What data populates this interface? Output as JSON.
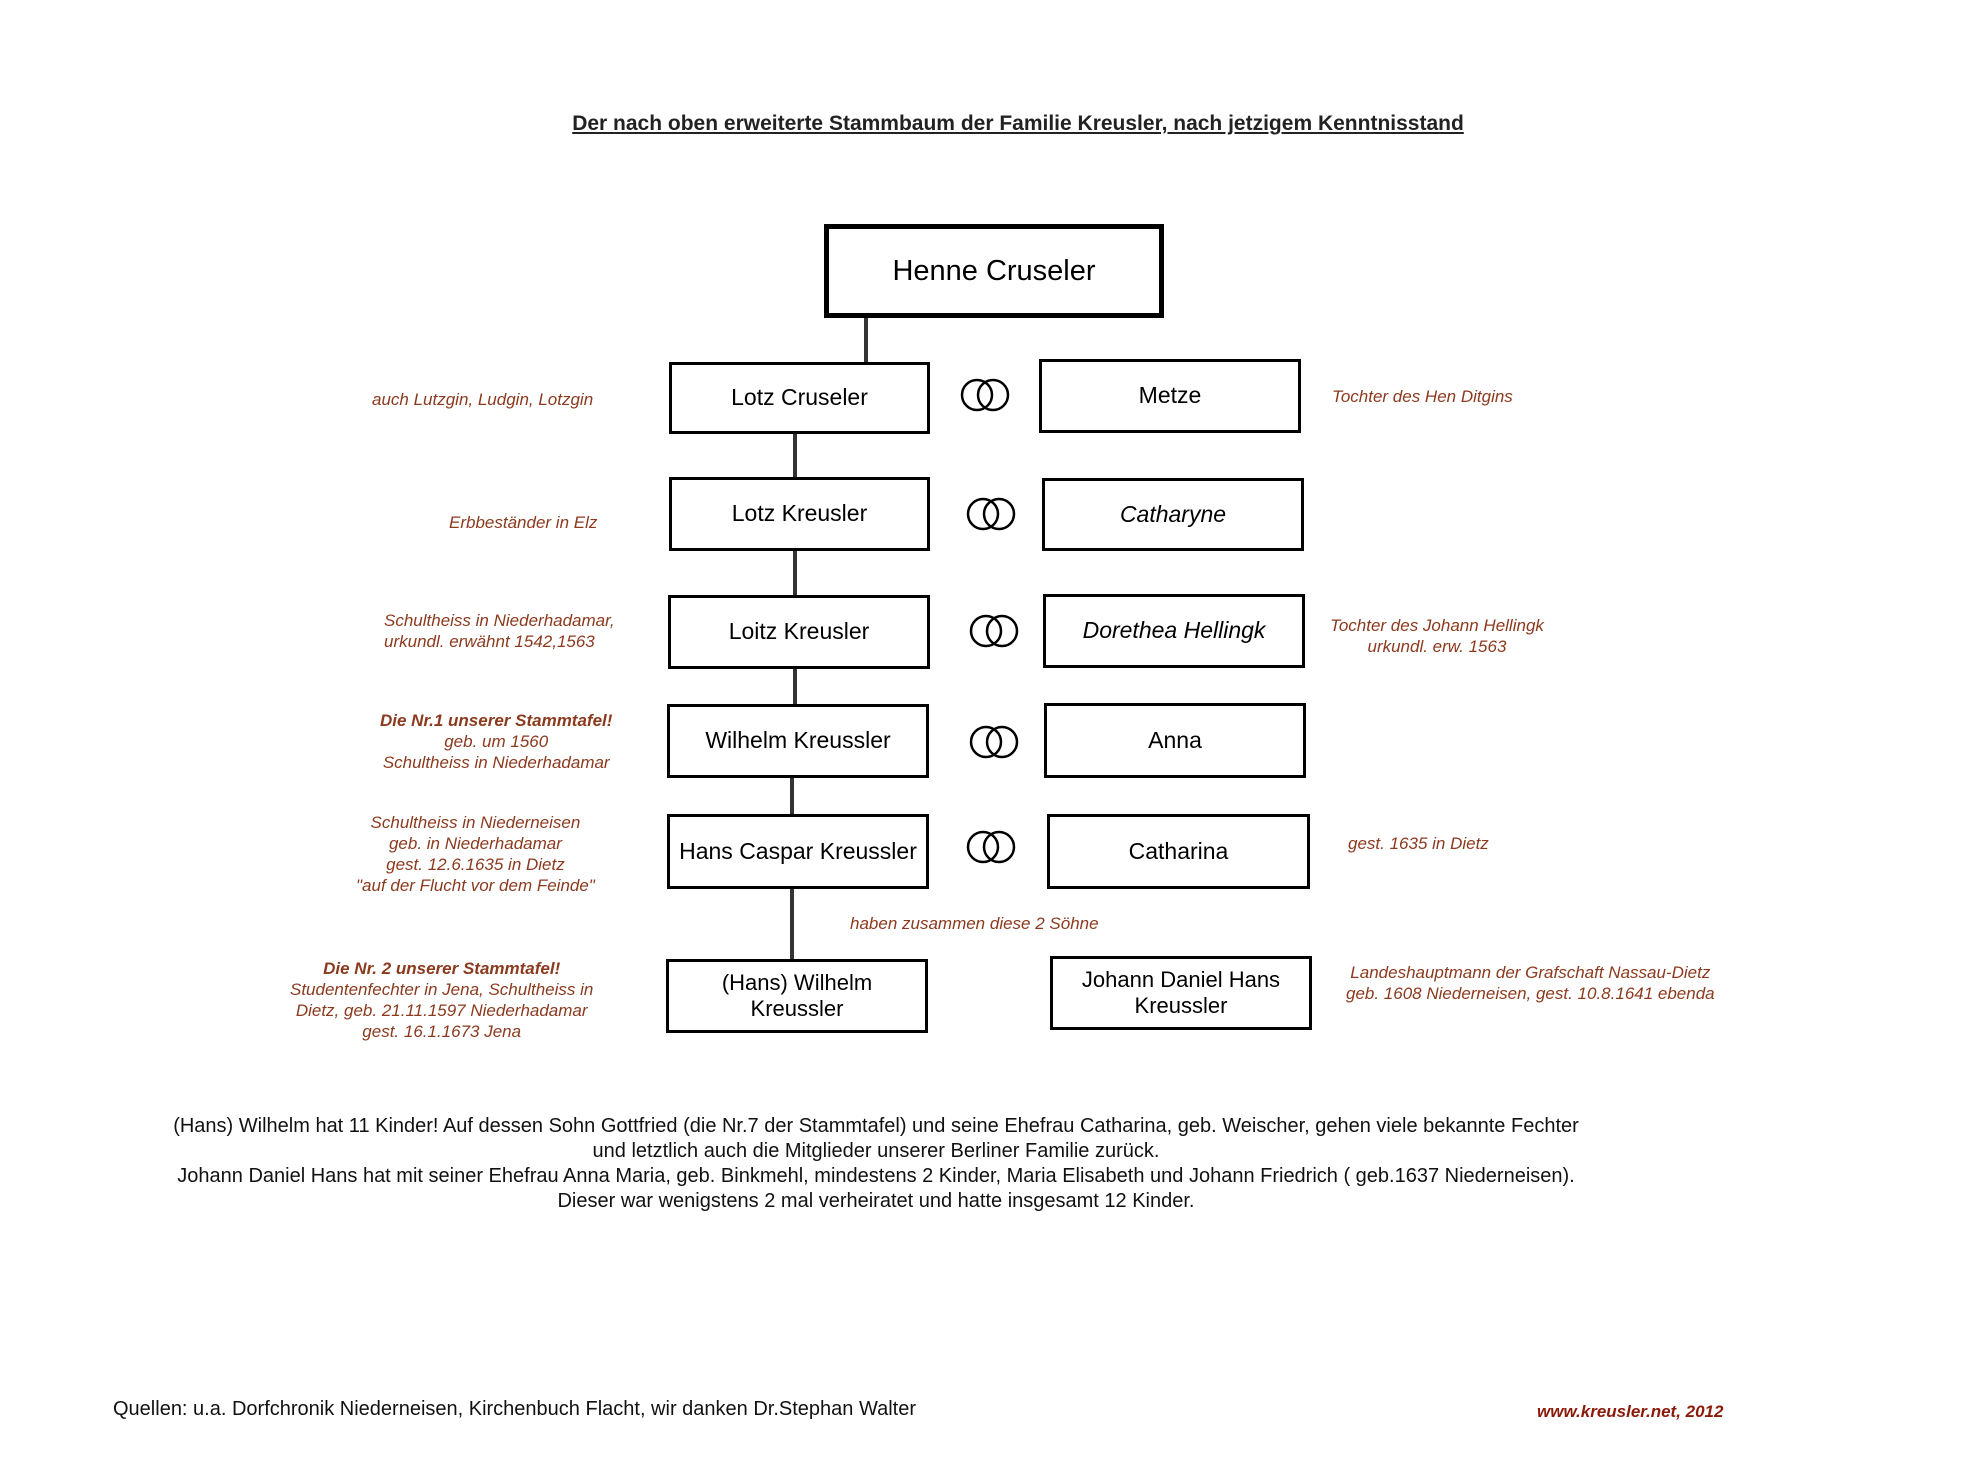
{
  "title": "Der nach oben erweiterte Stammbaum der Familie Kreusler, nach jetzigem Kenntnisstand",
  "tree": {
    "root": "Henne Cruseler",
    "generations": [
      {
        "person": "Lotz Cruseler",
        "spouse": "Metze",
        "spouse_italic": false,
        "left_note": [
          "auch Lutzgin, Ludgin, Lotzgin"
        ],
        "right_note": [
          "Tochter des Hen Ditgins"
        ]
      },
      {
        "person": "Lotz Kreusler",
        "spouse": "Catharyne",
        "spouse_italic": true,
        "left_note": [
          "Erbbeständer in Elz"
        ],
        "right_note": []
      },
      {
        "person": "Loitz Kreusler",
        "spouse": "Dorethea Hellingk",
        "spouse_italic": true,
        "left_note": [
          "Schultheiss in Niederhadamar,",
          "urkundl. erwähnt 1542,1563"
        ],
        "right_note": [
          "Tochter des Johann Hellingk",
          "urkundl. erw. 1563"
        ]
      },
      {
        "person": "Wilhelm Kreussler",
        "spouse": "Anna",
        "spouse_italic": false,
        "left_note_bold": "Die Nr.1 unserer Stammtafel!",
        "left_note": [
          "geb. um 1560",
          "Schultheiss in Niederhadamar"
        ],
        "right_note": []
      },
      {
        "person": "Hans Caspar Kreussler",
        "spouse": "Catharina",
        "spouse_italic": false,
        "left_note": [
          "Schultheiss in Niederneisen",
          "geb. in Niederhadamar",
          "gest. 12.6.1635 in Dietz",
          "\"auf der Flucht vor dem Feinde\""
        ],
        "right_note": [
          "gest. 1635 in Dietz"
        ]
      }
    ],
    "children_label": "haben zusammen diese 2 Söhne",
    "sons": [
      {
        "name_line1": "(Hans) Wilhelm",
        "name_line2": "Kreussler",
        "note_bold": "Die Nr. 2 unserer Stammtafel!",
        "note": [
          "Studentenfechter in Jena, Schultheiss in",
          "Dietz, geb. 21.11.1597 Niederhadamar",
          "gest. 16.1.1673 Jena"
        ]
      },
      {
        "name_line1": "Johann Daniel Hans",
        "name_line2": "Kreussler",
        "note": [
          "Landeshauptmann der Grafschaft Nassau-Dietz",
          "geb. 1608 Niederneisen, gest. 10.8.1641 ebenda"
        ]
      }
    ]
  },
  "paragraphs": [
    "(Hans) Wilhelm hat 11 Kinder! Auf dessen Sohn Gottfried (die Nr.7 der Stammtafel) und seine Ehefrau Catharina, geb. Weischer, gehen viele bekannte Fechter",
    "und letztlich auch die Mitglieder unserer Berliner Familie zurück.",
    "Johann Daniel Hans hat mit seiner Ehefrau Anna Maria, geb. Binkmehl, mindestens 2 Kinder, Maria Elisabeth und Johann Friedrich ( geb.1637 Niederneisen).",
    "Dieser war wenigstens 2 mal verheiratet und hatte insgesamt 12 Kinder."
  ],
  "footer": {
    "sources": "Quellen: u.a. Dorfchronik Niederneisen, Kirchenbuch Flacht, wir danken Dr.Stephan Walter",
    "website": "www.kreusler.net, 2012"
  },
  "colors": {
    "note": "#8b3a1e",
    "note_bold": "#8b1a0a"
  },
  "icons": {
    "marriage": "marriage-rings-icon"
  }
}
